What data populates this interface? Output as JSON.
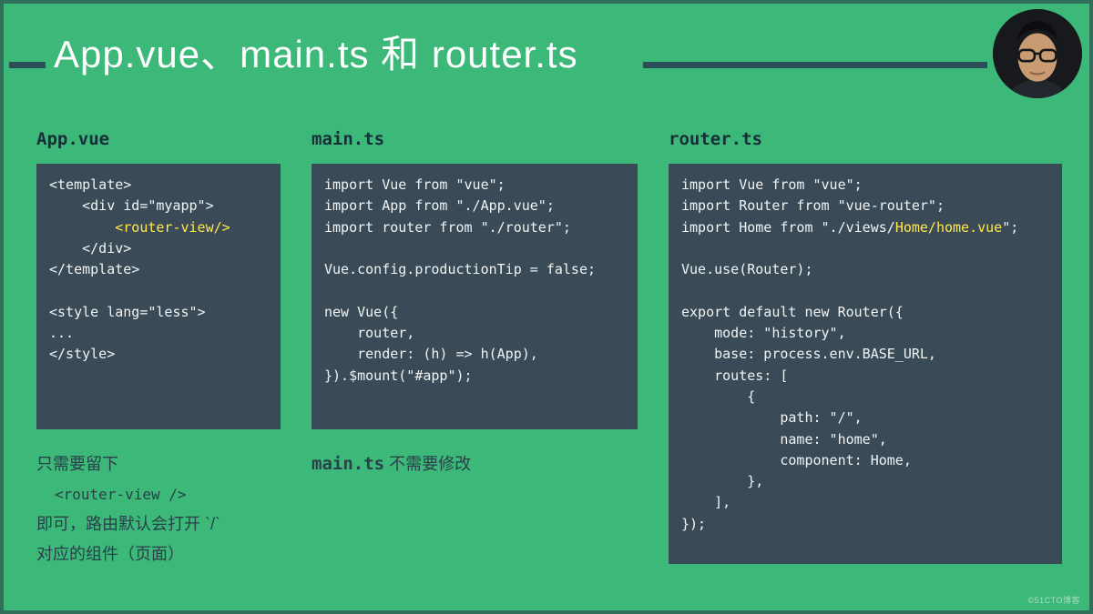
{
  "page": {
    "title": "App.vue、main.ts 和 router.ts",
    "watermark": "©51CTO博客"
  },
  "colors": {
    "background": "#3cb878",
    "border": "#2f6e58",
    "code_bg": "#3b4a57",
    "code_text": "#f0f4f4",
    "highlight": "#ffe94d",
    "rule": "#2d4f58",
    "heading_text": "#152e38",
    "note_text": "#29404a",
    "title_text": "#ffffff"
  },
  "columns": [
    {
      "heading": "App.vue",
      "code": [
        [
          {
            "t": "<template>"
          }
        ],
        [
          {
            "t": "    <div id=\"myapp\">"
          }
        ],
        [
          {
            "t": "        "
          },
          {
            "t": "<router-view/>",
            "h": true
          }
        ],
        [
          {
            "t": "    </div>"
          }
        ],
        [
          {
            "t": "</template>"
          }
        ],
        [],
        [
          {
            "t": "<style lang=\"less\">"
          }
        ],
        [
          {
            "t": "..."
          }
        ],
        [
          {
            "t": "</style>"
          }
        ]
      ],
      "notes": [
        [
          {
            "t": "只需要留下"
          }
        ],
        [
          {
            "t": "    "
          },
          {
            "t": "<router-view />",
            "cls": "mono"
          }
        ],
        [
          {
            "t": "即可，路由默认会打开 `/`"
          }
        ],
        [
          {
            "t": "对应的组件（页面）"
          }
        ]
      ]
    },
    {
      "heading": "main.ts",
      "code": [
        [
          {
            "t": "import Vue from \"vue\";"
          }
        ],
        [
          {
            "t": "import App from \"./App.vue\";"
          }
        ],
        [
          {
            "t": "import router from \"./router\";"
          }
        ],
        [],
        [
          {
            "t": "Vue.config.productionTip = false;"
          }
        ],
        [],
        [
          {
            "t": "new Vue({"
          }
        ],
        [
          {
            "t": "    router,"
          }
        ],
        [
          {
            "t": "    render: (h) => h(App),"
          }
        ],
        [
          {
            "t": "}).$mount(\"#app\");"
          }
        ]
      ],
      "notes": [
        [
          {
            "t": "main.ts",
            "cls": "mono-bold"
          },
          {
            "t": " 不需要修改"
          }
        ]
      ]
    },
    {
      "heading": "router.ts",
      "code": [
        [
          {
            "t": "import Vue from \"vue\";"
          }
        ],
        [
          {
            "t": "import Router from \"vue-router\";"
          }
        ],
        [
          {
            "t": "import Home from \"./views/"
          },
          {
            "t": "Home/home.vue",
            "h": true
          },
          {
            "t": "\";"
          }
        ],
        [],
        [
          {
            "t": "Vue.use(Router);"
          }
        ],
        [],
        [
          {
            "t": "export default new Router({"
          }
        ],
        [
          {
            "t": "    mode: \"history\","
          }
        ],
        [
          {
            "t": "    base: process.env.BASE_URL,"
          }
        ],
        [
          {
            "t": "    routes: ["
          }
        ],
        [
          {
            "t": "        {"
          }
        ],
        [
          {
            "t": "            path: \"/\","
          }
        ],
        [
          {
            "t": "            name: \"home\","
          }
        ],
        [
          {
            "t": "            component: Home,"
          }
        ],
        [
          {
            "t": "        },"
          }
        ],
        [
          {
            "t": "    ],"
          }
        ],
        [
          {
            "t": "});"
          }
        ]
      ],
      "notes": []
    }
  ]
}
